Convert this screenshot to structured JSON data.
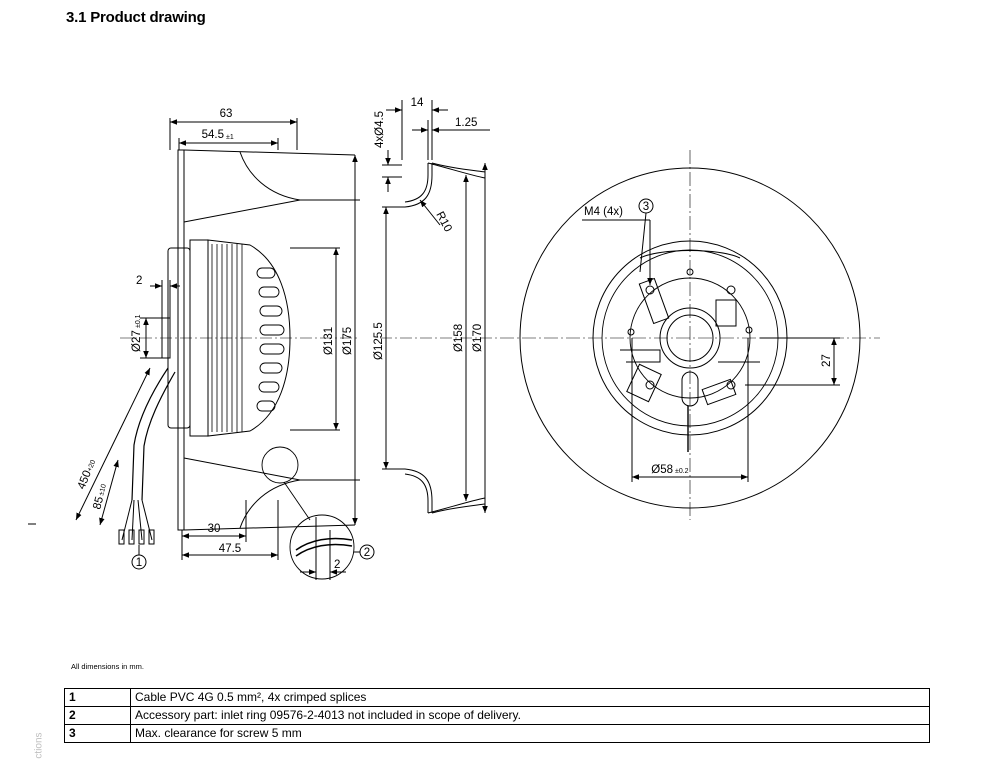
{
  "heading": "3.1 Product drawing",
  "drawing": {
    "side_view": {
      "dims": [
        "63",
        "54.5",
        "±1",
        "2",
        "Ø27",
        "±0.1",
        "Ø131",
        "Ø175",
        "30",
        "47.5",
        "450",
        "+20",
        "85",
        "±10",
        "2"
      ],
      "callouts": [
        "1",
        "2"
      ]
    },
    "section_view": {
      "dims": [
        "14",
        "1.25",
        "4xØ4.5",
        "R10",
        "Ø125.5",
        "Ø158",
        "Ø170"
      ]
    },
    "front_view": {
      "dims": [
        "M4 (4x)",
        "27",
        "Ø58",
        "±0.2"
      ],
      "callouts": [
        "3"
      ]
    }
  },
  "dimensions_note": "All dimensions in mm.",
  "notes": [
    {
      "num": "1",
      "text": "Cable PVC 4G 0.5 mm², 4x crimped splices"
    },
    {
      "num": "2",
      "text": "Accessory part: inlet ring 09576-2-4013 not included in scope of delivery."
    },
    {
      "num": "3",
      "text": "Max. clearance for screw 5 mm"
    }
  ],
  "side_label": "ctions"
}
